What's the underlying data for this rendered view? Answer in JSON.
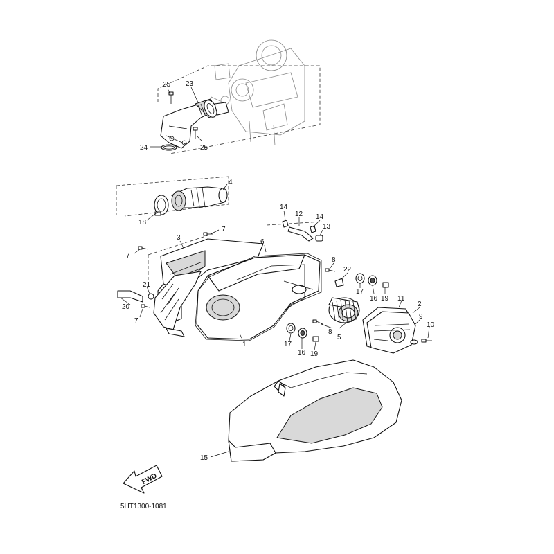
{
  "diagram_code": "5HT1300-1081",
  "fwd_label": "FWD",
  "callouts": {
    "c1": "1",
    "c2": "2",
    "c3": "3",
    "c4": "4",
    "c5": "5",
    "c6": "6",
    "c7a": "7",
    "c7b": "7",
    "c7c": "7",
    "c8a": "8",
    "c8b": "8",
    "c9": "9",
    "c10": "10",
    "c11": "11",
    "c12": "12",
    "c13": "13",
    "c14a": "14",
    "c14b": "14",
    "c15": "15",
    "c16a": "16",
    "c16b": "16",
    "c17a": "17",
    "c17b": "17",
    "c18": "18",
    "c19a": "19",
    "c19b": "19",
    "c20": "20",
    "c21": "21",
    "c22": "22",
    "c23": "23",
    "c24": "24",
    "c25a": "25",
    "c25b": "25"
  }
}
